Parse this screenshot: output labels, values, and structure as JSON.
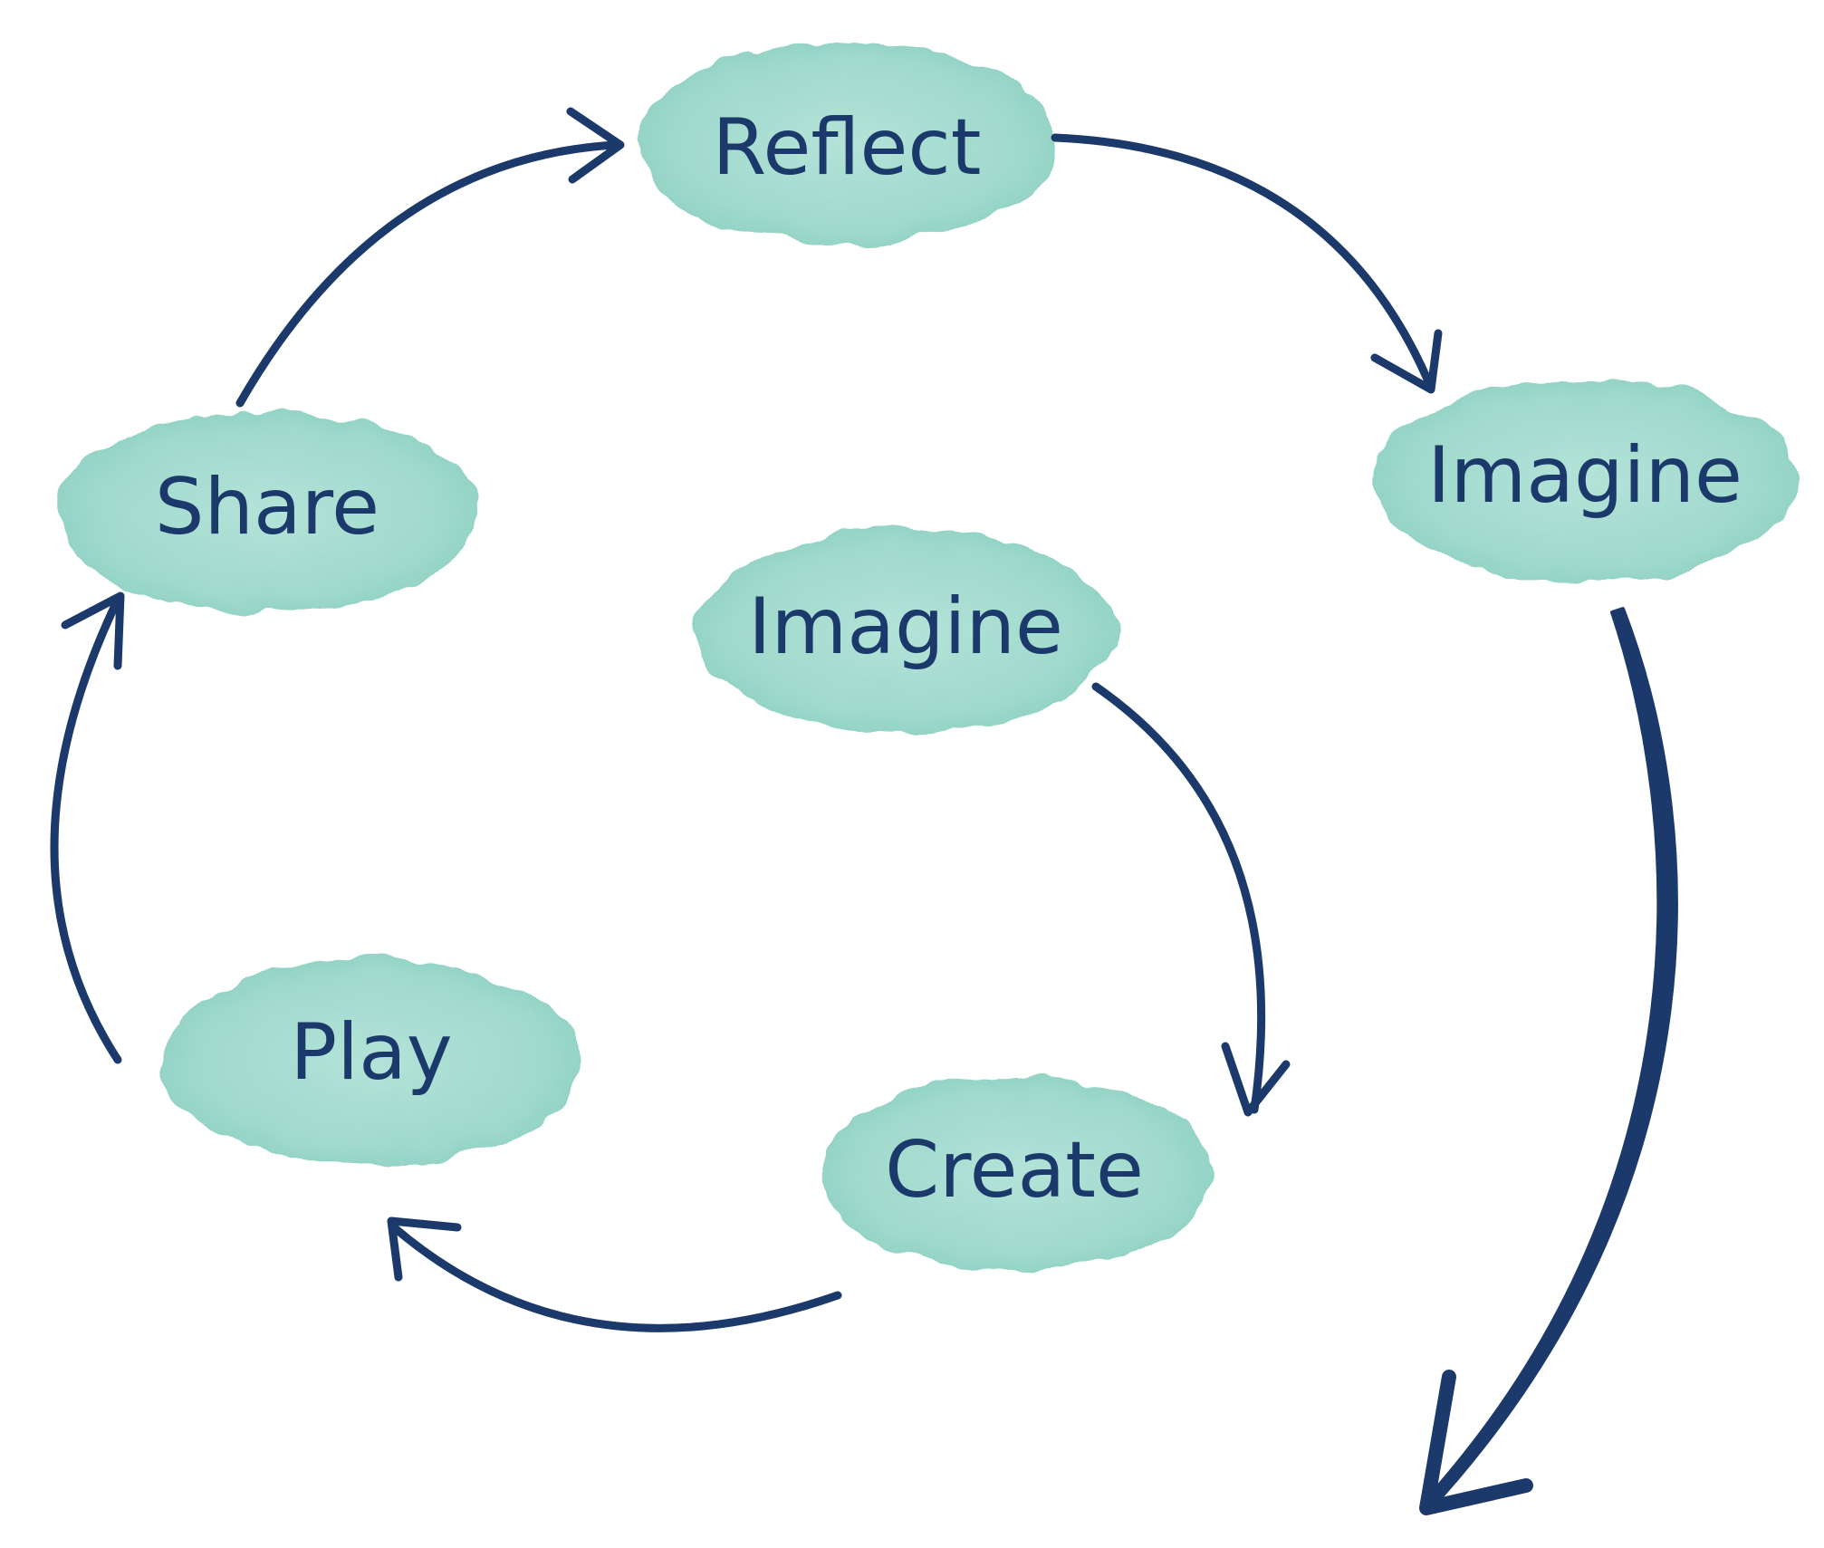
{
  "colors": {
    "blob": "#9fd9cc",
    "blob_dark": "#7fc9b8",
    "arrow": "#1b3a6b",
    "text": "#1b3a6b"
  },
  "nodes": {
    "reflect": {
      "label": "Reflect"
    },
    "imagine_right": {
      "label": "Imagine"
    },
    "share": {
      "label": "Share"
    },
    "imagine_center": {
      "label": "Imagine"
    },
    "play": {
      "label": "Play"
    },
    "create": {
      "label": "Create"
    }
  },
  "edges": [
    {
      "from": "share",
      "to": "reflect"
    },
    {
      "from": "reflect",
      "to": "imagine_right"
    },
    {
      "from": "imagine_right",
      "to": "outside"
    },
    {
      "from": "imagine_center",
      "to": "create"
    },
    {
      "from": "create",
      "to": "play"
    },
    {
      "from": "play",
      "to": "share"
    }
  ]
}
